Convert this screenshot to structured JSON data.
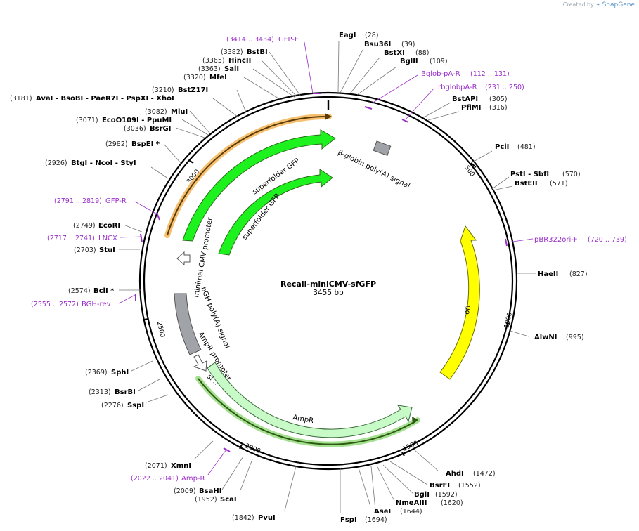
{
  "credit": {
    "prefix": "Created by",
    "brand": "SnapGene"
  },
  "plasmid": {
    "name": "Recall-miniCMV-sfGFP",
    "size": "3455 bp",
    "length": 3455
  },
  "ticks": [
    "500",
    "1000",
    "1500",
    "2000",
    "2500",
    "3000"
  ],
  "enzymes": [
    {
      "name": "EagI",
      "pos": "(28)",
      "bp": 28
    },
    {
      "name": "Bsu36I",
      "pos": "(39)",
      "bp": 39
    },
    {
      "name": "BstXI",
      "pos": "(88)",
      "bp": 88
    },
    {
      "name": "BglII",
      "pos": "(109)",
      "bp": 109
    },
    {
      "name": "BstAPI",
      "pos": "(305)",
      "bp": 305
    },
    {
      "name": "PflMI",
      "pos": "(316)",
      "bp": 316
    },
    {
      "name": "PciI",
      "pos": "(481)",
      "bp": 481
    },
    {
      "name": "PstI - SbfI",
      "pos": "(570)",
      "bp": 570
    },
    {
      "name": "BstEII",
      "pos": "(571)",
      "bp": 571
    },
    {
      "name": "HaeII",
      "pos": "(827)",
      "bp": 827
    },
    {
      "name": "AlwNI",
      "pos": "(995)",
      "bp": 995
    },
    {
      "name": "AhdI",
      "pos": "(1472)",
      "bp": 1472
    },
    {
      "name": "BsrFI",
      "pos": "(1552)",
      "bp": 1552
    },
    {
      "name": "BglI",
      "pos": "(1592)",
      "bp": 1592
    },
    {
      "name": "NmeAIII",
      "pos": "(1620)",
      "bp": 1620
    },
    {
      "name": "AseI",
      "pos": "(1644)",
      "bp": 1644
    },
    {
      "name": "FspI",
      "pos": "(1694)",
      "bp": 1694
    },
    {
      "name": "PvuI",
      "pos": "(1842)",
      "bp": 1842
    },
    {
      "name": "ScaI",
      "pos": "(1952)",
      "bp": 1952
    },
    {
      "name": "BsaHI",
      "pos": "(2009)",
      "bp": 2009
    },
    {
      "name": "XmnI",
      "pos": "(2071)",
      "bp": 2071
    },
    {
      "name": "SspI",
      "pos": "(2276)",
      "bp": 2276
    },
    {
      "name": "BsrBI",
      "pos": "(2313)",
      "bp": 2313
    },
    {
      "name": "SphI",
      "pos": "(2369)",
      "bp": 2369
    },
    {
      "name": "BclI *",
      "pos": "(2574)",
      "bp": 2574
    },
    {
      "name": "StuI",
      "pos": "(2703)",
      "bp": 2703
    },
    {
      "name": "EcoRI",
      "pos": "(2749)",
      "bp": 2749
    },
    {
      "name": "BtgI - NcoI - StyI",
      "pos": "(2926)",
      "bp": 2926
    },
    {
      "name": "BspEI *",
      "pos": "(2982)",
      "bp": 2982
    },
    {
      "name": "BsrGI",
      "pos": "(3036)",
      "bp": 3036
    },
    {
      "name": "EcoO109I - PpuMI",
      "pos": "(3071)",
      "bp": 3071
    },
    {
      "name": "MluI",
      "pos": "(3082)",
      "bp": 3082
    },
    {
      "name": "AvaI - BsoBI - PaeR7I - PspXI - XhoI",
      "pos": "(3181)",
      "bp": 3181
    },
    {
      "name": "BstZ17I",
      "pos": "(3210)",
      "bp": 3210
    },
    {
      "name": "MfeI",
      "pos": "(3320)",
      "bp": 3320
    },
    {
      "name": "SalI",
      "pos": "(3363)",
      "bp": 3363
    },
    {
      "name": "HincII",
      "pos": "(3365)",
      "bp": 3365
    },
    {
      "name": "BstBI",
      "pos": "(3382)",
      "bp": 3382
    }
  ],
  "primers": [
    {
      "name": "GFP-F",
      "pos": "(3414 .. 3434)",
      "start": 3414,
      "end": 3434
    },
    {
      "name": "Bglob-pA-R",
      "pos": "(112 .. 131)",
      "start": 112,
      "end": 131
    },
    {
      "name": "rbglobpA-R",
      "pos": "(231 .. 250)",
      "start": 231,
      "end": 250
    },
    {
      "name": "pBR322ori-F",
      "pos": "(720 .. 739)",
      "start": 720,
      "end": 739
    },
    {
      "name": "Amp-R",
      "pos": "(2022 .. 2041)",
      "start": 2022,
      "end": 2041
    },
    {
      "name": "BGH-rev",
      "pos": "(2555 .. 2572)",
      "start": 2555,
      "end": 2572
    },
    {
      "name": "LNCX",
      "pos": "(2717 .. 2741)",
      "start": 2717,
      "end": 2741
    },
    {
      "name": "GFP-R",
      "pos": "(2791 .. 2819)",
      "start": 2791,
      "end": 2819
    }
  ],
  "features": [
    {
      "label": "superfolder GFP",
      "kind": "cds-outer",
      "color": "#1ef21e"
    },
    {
      "label": "superfolder GFP",
      "kind": "cds-inner",
      "color": "#1ef21e"
    },
    {
      "label": "minimal CMV promoter",
      "kind": "promoter",
      "color": "#ffffff"
    },
    {
      "label": "β-globin poly(A) signal",
      "kind": "terminator",
      "color": "#a0a4a8"
    },
    {
      "label": "ori",
      "kind": "rep-origin",
      "color": "#ffff00"
    },
    {
      "label": "AmpR",
      "kind": "cds",
      "color": "#c8fac8"
    },
    {
      "label": "AmpR promoter",
      "kind": "promoter",
      "color": "#ffffff"
    },
    {
      "label": "bGH poly(A) signal",
      "kind": "terminator",
      "color": "#a0a4a8"
    },
    {
      "label": "si...",
      "kind": "signal",
      "color": "#c8fac8"
    }
  ],
  "colors": {
    "primer": "#9b30c8",
    "orf_orange": "#f0a020",
    "orf_green": "#2d7a12",
    "backbone": "#000000"
  }
}
